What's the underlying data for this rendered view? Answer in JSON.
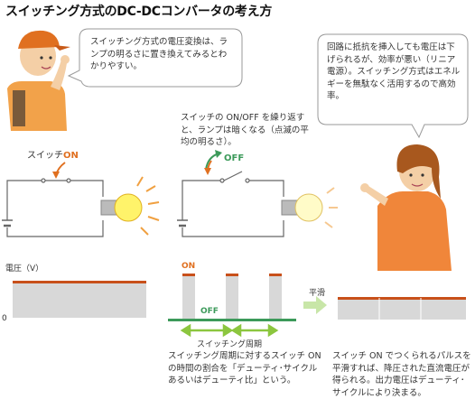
{
  "title": "スイッチング方式のDC-DCコンバータの考え方",
  "bubble_left": "スイッチング方式の電圧変換は、ランプの明るさに置き換えてみるとわかりやすい。",
  "bubble_right": "回路に抵抗を挿入しても電圧は下げられるが、効率が悪い（リニア電源）。スイッチング方式はエネルギーを無駄なく活用するので高効率。",
  "note_switching": "スイッチの ON/OFF を繰り返すと、ランプは暗くなる（点滅の平均の明るさ）。",
  "switch_on_label": "スイッチ",
  "switch_on_state": "ON",
  "switch_off_state": "OFF",
  "graph": {
    "voltage_label": "電圧（V）",
    "zero_label": "0",
    "on_label": "ON",
    "off_label": "OFF",
    "period_label": "スイッチング周期",
    "smooth_label": "平滑"
  },
  "caption_duty": "スイッチング周期に対するスイッチ ON の時間の割合を「デューティ･サイクルあるいはデューティ比」という。",
  "caption_output": "スイッチ ON でつくられるパルスを平滑すれば、降圧された直流電圧が得られる。出力電圧はデューティ･サイクルにより決まる。",
  "colors": {
    "orange": "#e07020",
    "green": "#3c9a5a",
    "bar_fill": "#d8d8d8",
    "bar_top": "#c8501a",
    "arrow_green": "#8cc63f"
  }
}
